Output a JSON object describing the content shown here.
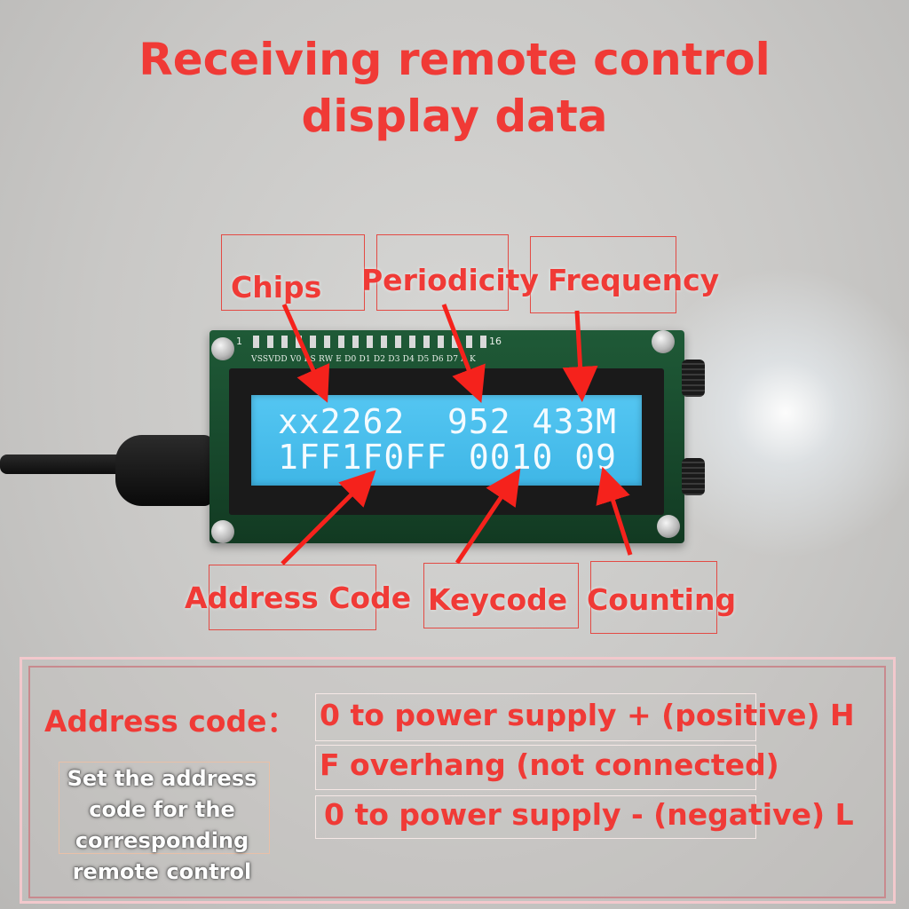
{
  "title": {
    "line1": "Receiving remote control",
    "line2": "display data"
  },
  "lcd": {
    "line1": "xx2262  952 433M",
    "line2": "1FF1F0FF 0010 09",
    "pin_labels": "VSSVDD V0 RS RW  E   D0  D1  D2  D3  D4  D5  D6  D7   A    K",
    "pin_first": "1",
    "pin_last": "16"
  },
  "labels": {
    "chips": "Chips",
    "periodicity": "Periodicity",
    "frequency": "Frequency",
    "address_code": "Address Code",
    "keycode": "Keycode",
    "counting": "Counting"
  },
  "panel": {
    "heading": "Address code：",
    "rules": [
      "0 to power supply + (positive) H",
      "F overhang (not connected)",
      "0 to power supply - (negative) L"
    ],
    "note": "Set the address code for the corresponding remote control"
  },
  "colors": {
    "accent": "#f03a36",
    "lcd_backlight": "#4bbfee",
    "board": "#1a4d2f"
  }
}
